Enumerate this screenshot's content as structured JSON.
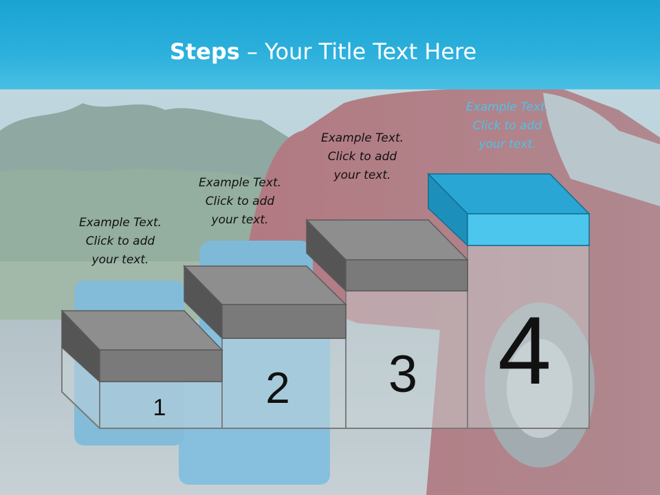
{
  "title": {
    "bold": "Steps",
    "rest": " – Your Title Text Here"
  },
  "steps": [
    {
      "number": "1",
      "text_lines": [
        "Example Text.",
        "Click  to add",
        "your text."
      ]
    },
    {
      "number": "2",
      "text_lines": [
        "Example Text.",
        "Click  to add",
        "your text."
      ]
    },
    {
      "number": "3",
      "text_lines": [
        "Example Text.",
        "Click  to add",
        "your text."
      ]
    },
    {
      "number": "4",
      "text_lines": [
        "Example Text.",
        "Click  to add",
        "your text."
      ]
    }
  ],
  "colors": {
    "title_bar": "#1aa3d2",
    "gray_top": "#8e8e8e",
    "gray_front": "#7a7a7a",
    "gray_side": "#555555",
    "accent_top": "#2aa6d4",
    "accent_front": "#4cc6ec",
    "accent_side": "#1d8fbb",
    "accent_text": "#4ec3e8"
  }
}
